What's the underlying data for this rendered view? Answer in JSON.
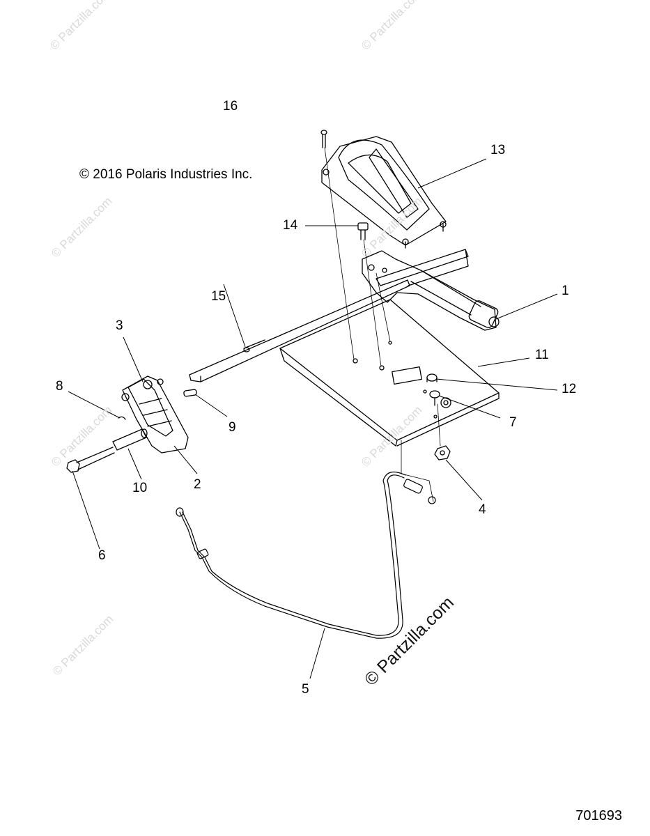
{
  "diagram": {
    "copyright": "© 2016 Polaris Industries Inc.",
    "document_number": "701693",
    "watermark": "© Partzilla.com",
    "callouts": {
      "c1": "1",
      "c2": "2",
      "c3": "3",
      "c4": "4",
      "c5": "5",
      "c6": "6",
      "c7": "7",
      "c8": "8",
      "c9": "9",
      "c10": "10",
      "c11": "11",
      "c12": "12",
      "c13": "13",
      "c14": "14",
      "c15": "15",
      "c16": "16"
    }
  }
}
